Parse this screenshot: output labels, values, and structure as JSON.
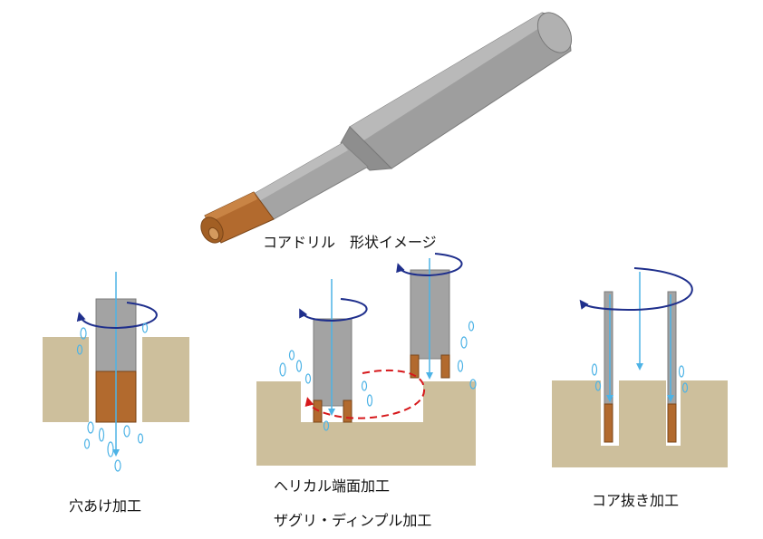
{
  "labels": {
    "shape_image": "コアドリル　形状イメージ",
    "drilling": "穴あけ加工",
    "helical_face": "ヘリカル端面加工",
    "counterbore_dimple": "ザグリ・ディンプル加工",
    "core_extraction": "コア抜き加工"
  },
  "colors": {
    "tool_gray": "#a3a3a3",
    "tool_dark": "#7d7d7d",
    "copper": "#b26a2e",
    "copper_dark": "#7a4518",
    "workpiece": "#cdbf9c",
    "rotation_arrow": "#1f2f8c",
    "coolant": "#4db3e6",
    "helical_path": "#d6181b"
  }
}
